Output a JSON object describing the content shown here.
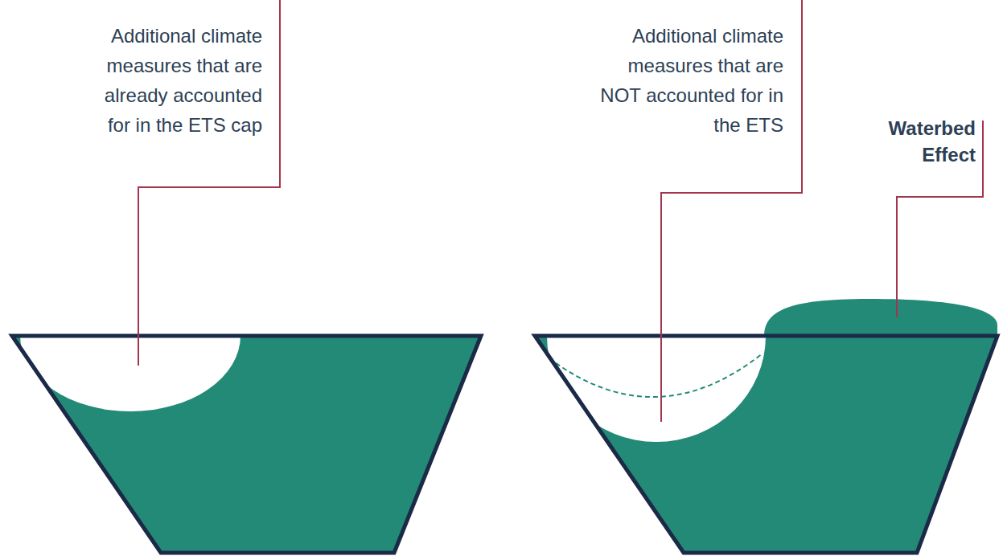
{
  "diagram": {
    "labels": [
      "Additional climate measures that are already accounted for in the ETS cap",
      "Additional climate measures that are NOT accounted for in the ETS",
      "Waterbed Effect"
    ]
  }
}
